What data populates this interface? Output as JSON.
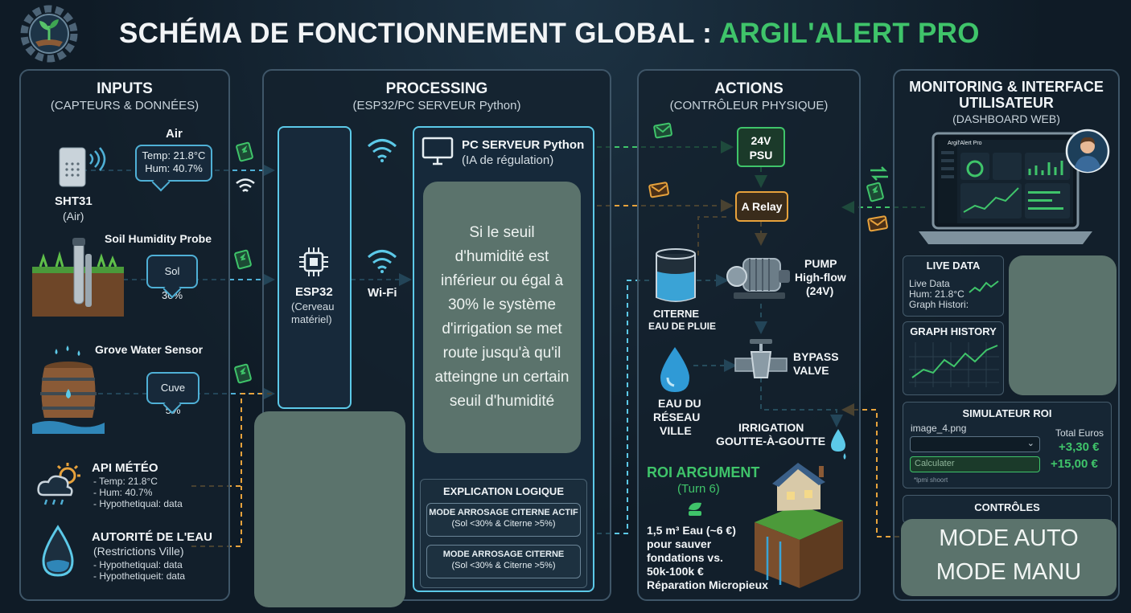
{
  "header": {
    "title_main": "SCHÉMA DE FONCTIONNEMENT GLOBAL : ",
    "title_accent": "ARGIL'ALERT PRO"
  },
  "inputs": {
    "title": "INPUTS",
    "subtitle": "(CAPTEURS & DONNÉES)",
    "air_label": "Air",
    "air_reading_1": "Temp: 21.8°C",
    "air_reading_2": "Hum: 40.7%",
    "sht_name": "SHT31",
    "sht_sub": "(Air)",
    "soil_label": "Soil Humidity Probe",
    "soil_reading": "Sol 30%",
    "water_label": "Grove Water Sensor",
    "water_reading": "Cuve 5%",
    "meteo_title": "API MÉTÉO",
    "meteo_lines": [
      "- Temp: 21.8°C",
      "- Hum: 40.7%",
      "- Hypothetiqual: data"
    ],
    "eau_title": "AUTORITÉ DE L'EAU",
    "eau_sub": "(Restrictions Ville)",
    "eau_lines": [
      "- Hypothetiqual: data",
      "- Hypothetiqueit: data"
    ]
  },
  "processing": {
    "title": "PROCESSING",
    "subtitle": "(ESP32/PC SERVEUR Python)",
    "esp_name": "ESP32",
    "esp_sub_1": "(Cerveau",
    "esp_sub_2": "matériel)",
    "wifi_label": "Wi-Fi",
    "pc_title": "PC SERVEUR Python",
    "pc_sub": "(IA de régulation)",
    "rule_text": "Si le seuil d'humidité est inférieur ou égal à 30% le système d'irrigation se met route jusqu'à qu'il atteingne un certain seuil d'humidité",
    "logic_title": "EXPLICATION LOGIQUE",
    "mode1_a": "MODE ARROSAGE CITERNE ACTIF",
    "mode1_b": "(Sol <30% & Citerne >5%)",
    "mode2_a": "MODE ARROSAGE CITERNE",
    "mode2_b": "(Sol <30% & Citerne >5%)"
  },
  "actions": {
    "title": "ACTIONS",
    "subtitle": "(CONTRÔLEUR PHYSIQUE)",
    "psu_1": "24V",
    "psu_2": "PSU",
    "relay": "A Relay",
    "citerne_1": "CITERNE",
    "citerne_2": "EAU DE PLUIE",
    "pump_1": "PUMP",
    "pump_2": "High-flow",
    "pump_3": "(24V)",
    "bypass_1": "BYPASS",
    "bypass_2": "VALVE",
    "eau_1": "EAU DU",
    "eau_2": "RÉSEAU",
    "eau_3": "VILLE",
    "irrig_1": "IRRIGATION",
    "irrig_2": "GOUTTE-À-GOUTTE",
    "roi_title": "ROI ARGUMENT",
    "roi_sub": "(Turn 6)",
    "roi_lines": [
      "1,5 m³ Eau (~6 €)",
      "pour sauver",
      "fondations vs.",
      "50k-100k €",
      "Réparation Micropieux"
    ]
  },
  "monitoring": {
    "title_1": "MONITORING & INTERFACE",
    "title_2": "UTILISATEUR",
    "subtitle": "(DASHBOARD WEB)",
    "app_name": "Argil'Alert Pro",
    "live_title": "LIVE DATA",
    "live_lines": [
      "Live Data",
      "Hum: 21.8°C",
      "Graph Histori:"
    ],
    "graph_title": "GRAPH HISTORY",
    "roi_title": "SIMULATEUR ROI",
    "roi_file": "image_4.png",
    "roi_total_label": "Total Euros",
    "roi_total_1": "+3,30 €",
    "roi_total_2": "+15,00 €",
    "roi_calc_placeholder": "Calculater",
    "roi_footnote": "*lpmi shoort",
    "controls_title": "CONTRÔLES",
    "mode_auto": "MODE AUTO",
    "mode_manu": "MODE MANU"
  },
  "colors": {
    "green": "#3fc46a",
    "orange": "#e7a23c",
    "blue": "#4fb0d6",
    "cyan": "#5cc9e8"
  }
}
